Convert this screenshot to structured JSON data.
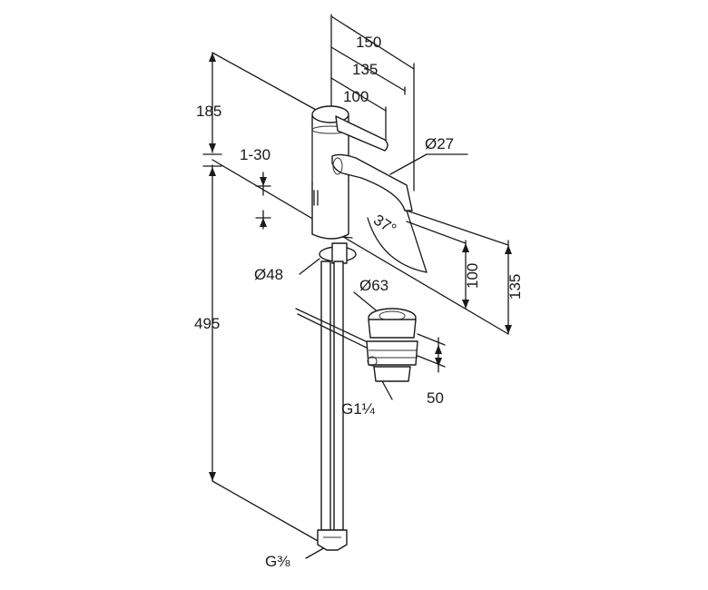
{
  "dimensions": {
    "width_150": "150",
    "width_135_top": "135",
    "width_100_top": "100",
    "height_185": "185",
    "deck_1_30": "1-30",
    "spout_dia_27": "Ø27",
    "angle_37": "37°",
    "spout_100": "100",
    "spout_135": "135",
    "body_dia_48": "Ø48",
    "waste_dia_63": "Ø63",
    "height_495": "495",
    "waste_50": "50",
    "thread_waste": "G1¼",
    "thread_inlet": "G⅜"
  }
}
